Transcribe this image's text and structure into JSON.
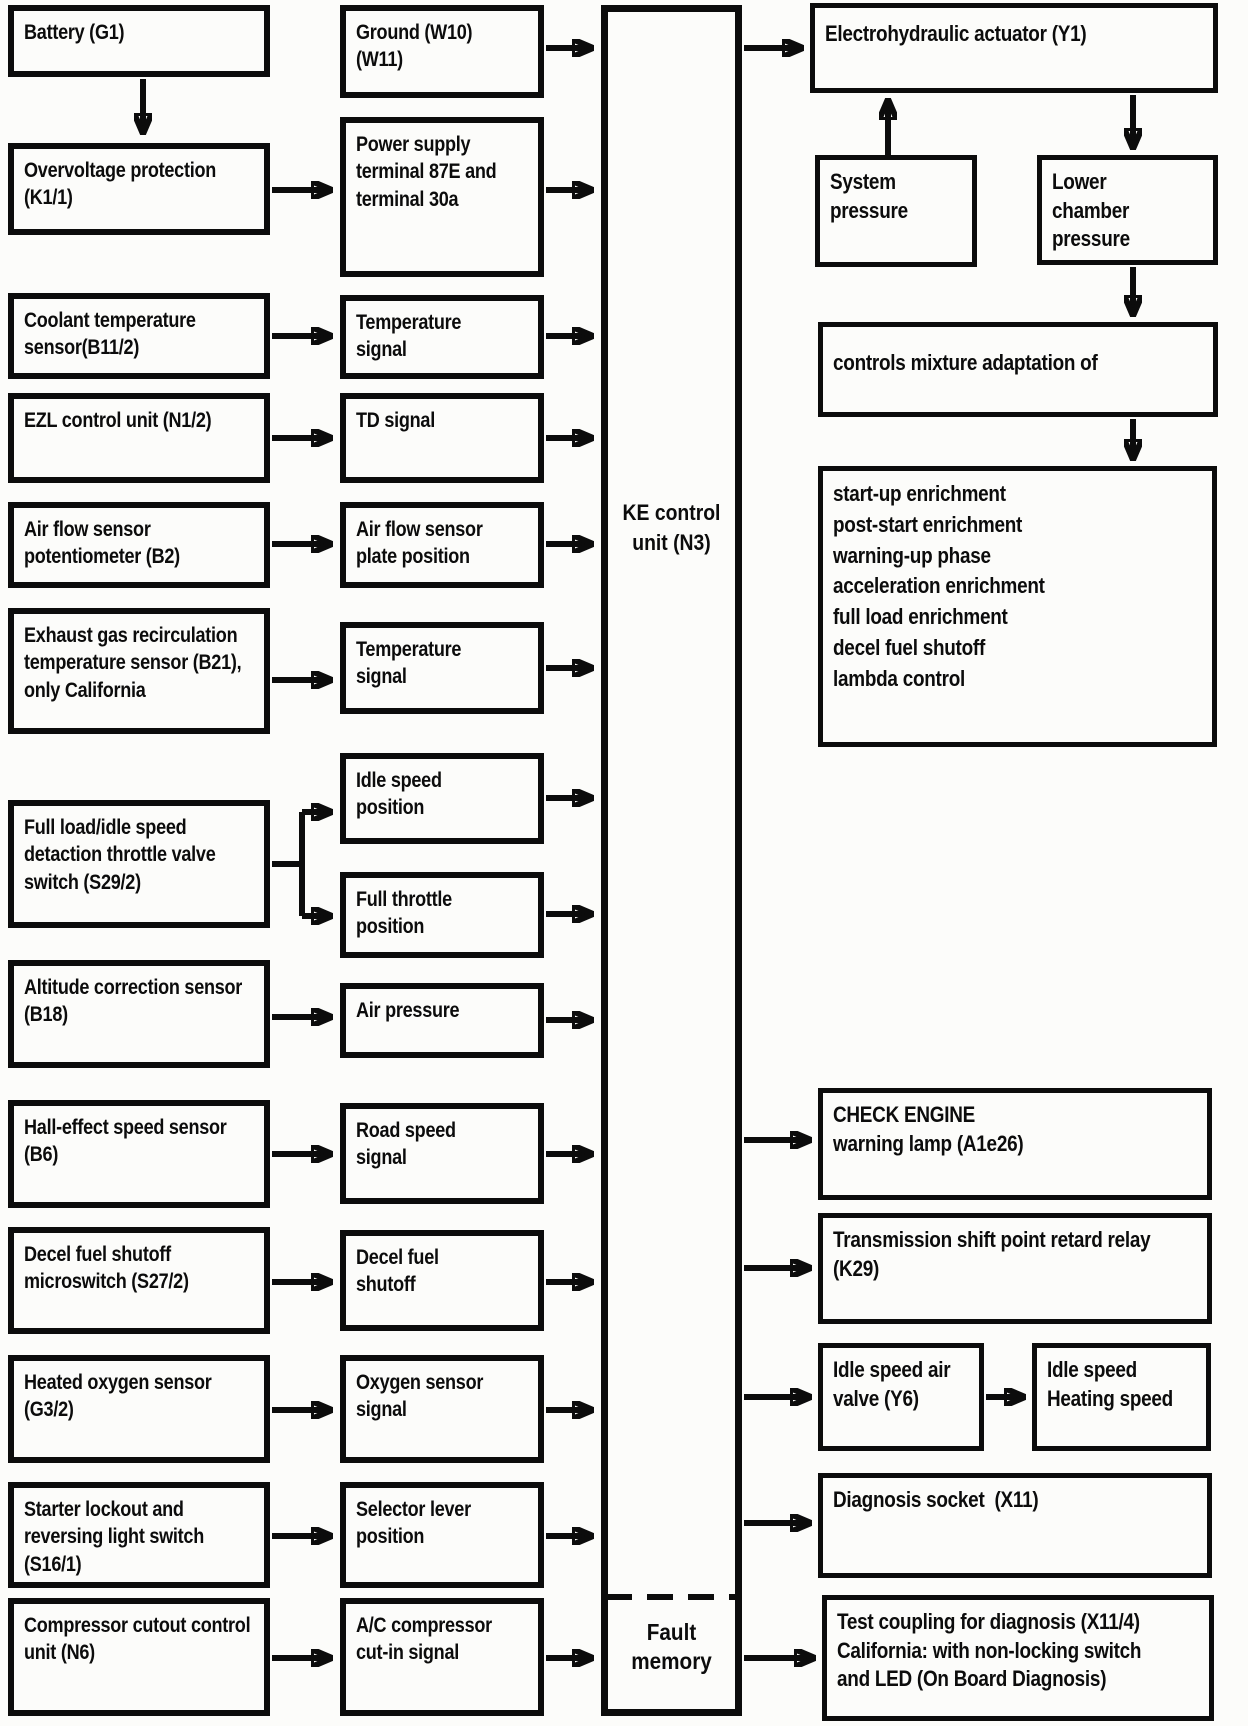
{
  "colors": {
    "ink": "#0c0c0c",
    "paper": "#fcfcfa"
  },
  "diagram": {
    "inputs": [
      {
        "label": "Battery (G1)"
      },
      {
        "label": "Overvoltage protection\n(K1/1)"
      },
      {
        "label": "Coolant temperature\nsensor(B11/2)"
      },
      {
        "label": "EZL control unit (N1/2)"
      },
      {
        "label": "Air flow sensor\npotentiometer (B2)"
      },
      {
        "label": "Exhaust gas recirculation\ntemperature sensor (B21),\nonly California"
      },
      {
        "label": "Full load/idle speed\ndetaction throttle valve\nswitch (S29/2)"
      },
      {
        "label": "Altitude correction sensor\n(B18)"
      },
      {
        "label": "Hall-effect speed sensor\n(B6)"
      },
      {
        "label": "Decel fuel shutoff\nmicroswitch (S27/2)"
      },
      {
        "label": "Heated oxygen sensor\n(G3/2)"
      },
      {
        "label": "Starter lockout and\nreversing light switch\n(S16/1)"
      },
      {
        "label": "Compressor cutout control\nunit (N6)"
      }
    ],
    "signals": [
      {
        "label": "Ground (W10)\n(W11)"
      },
      {
        "label": "Power supply\nterminal 87E and\nterminal 30a"
      },
      {
        "label": "Temperature\nsignal"
      },
      {
        "label": "TD signal"
      },
      {
        "label": "Air flow sensor\nplate position"
      },
      {
        "label": "Temperature\nsignal"
      },
      {
        "label": "Idle speed\nposition"
      },
      {
        "label": "Full throttle\nposition"
      },
      {
        "label": "Air pressure"
      },
      {
        "label": "Road speed\nsignal"
      },
      {
        "label": "Decel fuel\nshutoff"
      },
      {
        "label": "Oxygen sensor\nsignal"
      },
      {
        "label": "Selector lever\nposition"
      },
      {
        "label": "A/C compressor\ncut-in signal"
      }
    ],
    "control_unit": {
      "label": "KE control\nunit (N3)",
      "fault_memory": "Fault\nmemory"
    },
    "right": {
      "actuator": "Electrohydraulic actuator (Y1)",
      "system_pressure": "System\npressure",
      "lower_chamber_pressure": "Lower\nchamber\npressure",
      "mixture_adaptation": "controls mixture adaptation of",
      "functions": "start-up enrichment\npost-start enrichment\nwarning-up phase\nacceleration enrichment\nfull load enrichment\ndecel fuel shutoff\nlambda control",
      "check_engine": "CHECK ENGINE\nwarning lamp (A1e26)",
      "shift_relay": "Transmission shift point retard relay\n(K29)",
      "idle_valve": "Idle speed air\nvalve (Y6)",
      "idle_heating": "Idle speed\nHeating speed",
      "diagnosis_socket": "Diagnosis socket  (X11)",
      "test_coupling": "Test coupling for diagnosis (X11/4)\nCalifornia: with non-locking switch\nand LED (On Board Diagnosis)"
    }
  }
}
